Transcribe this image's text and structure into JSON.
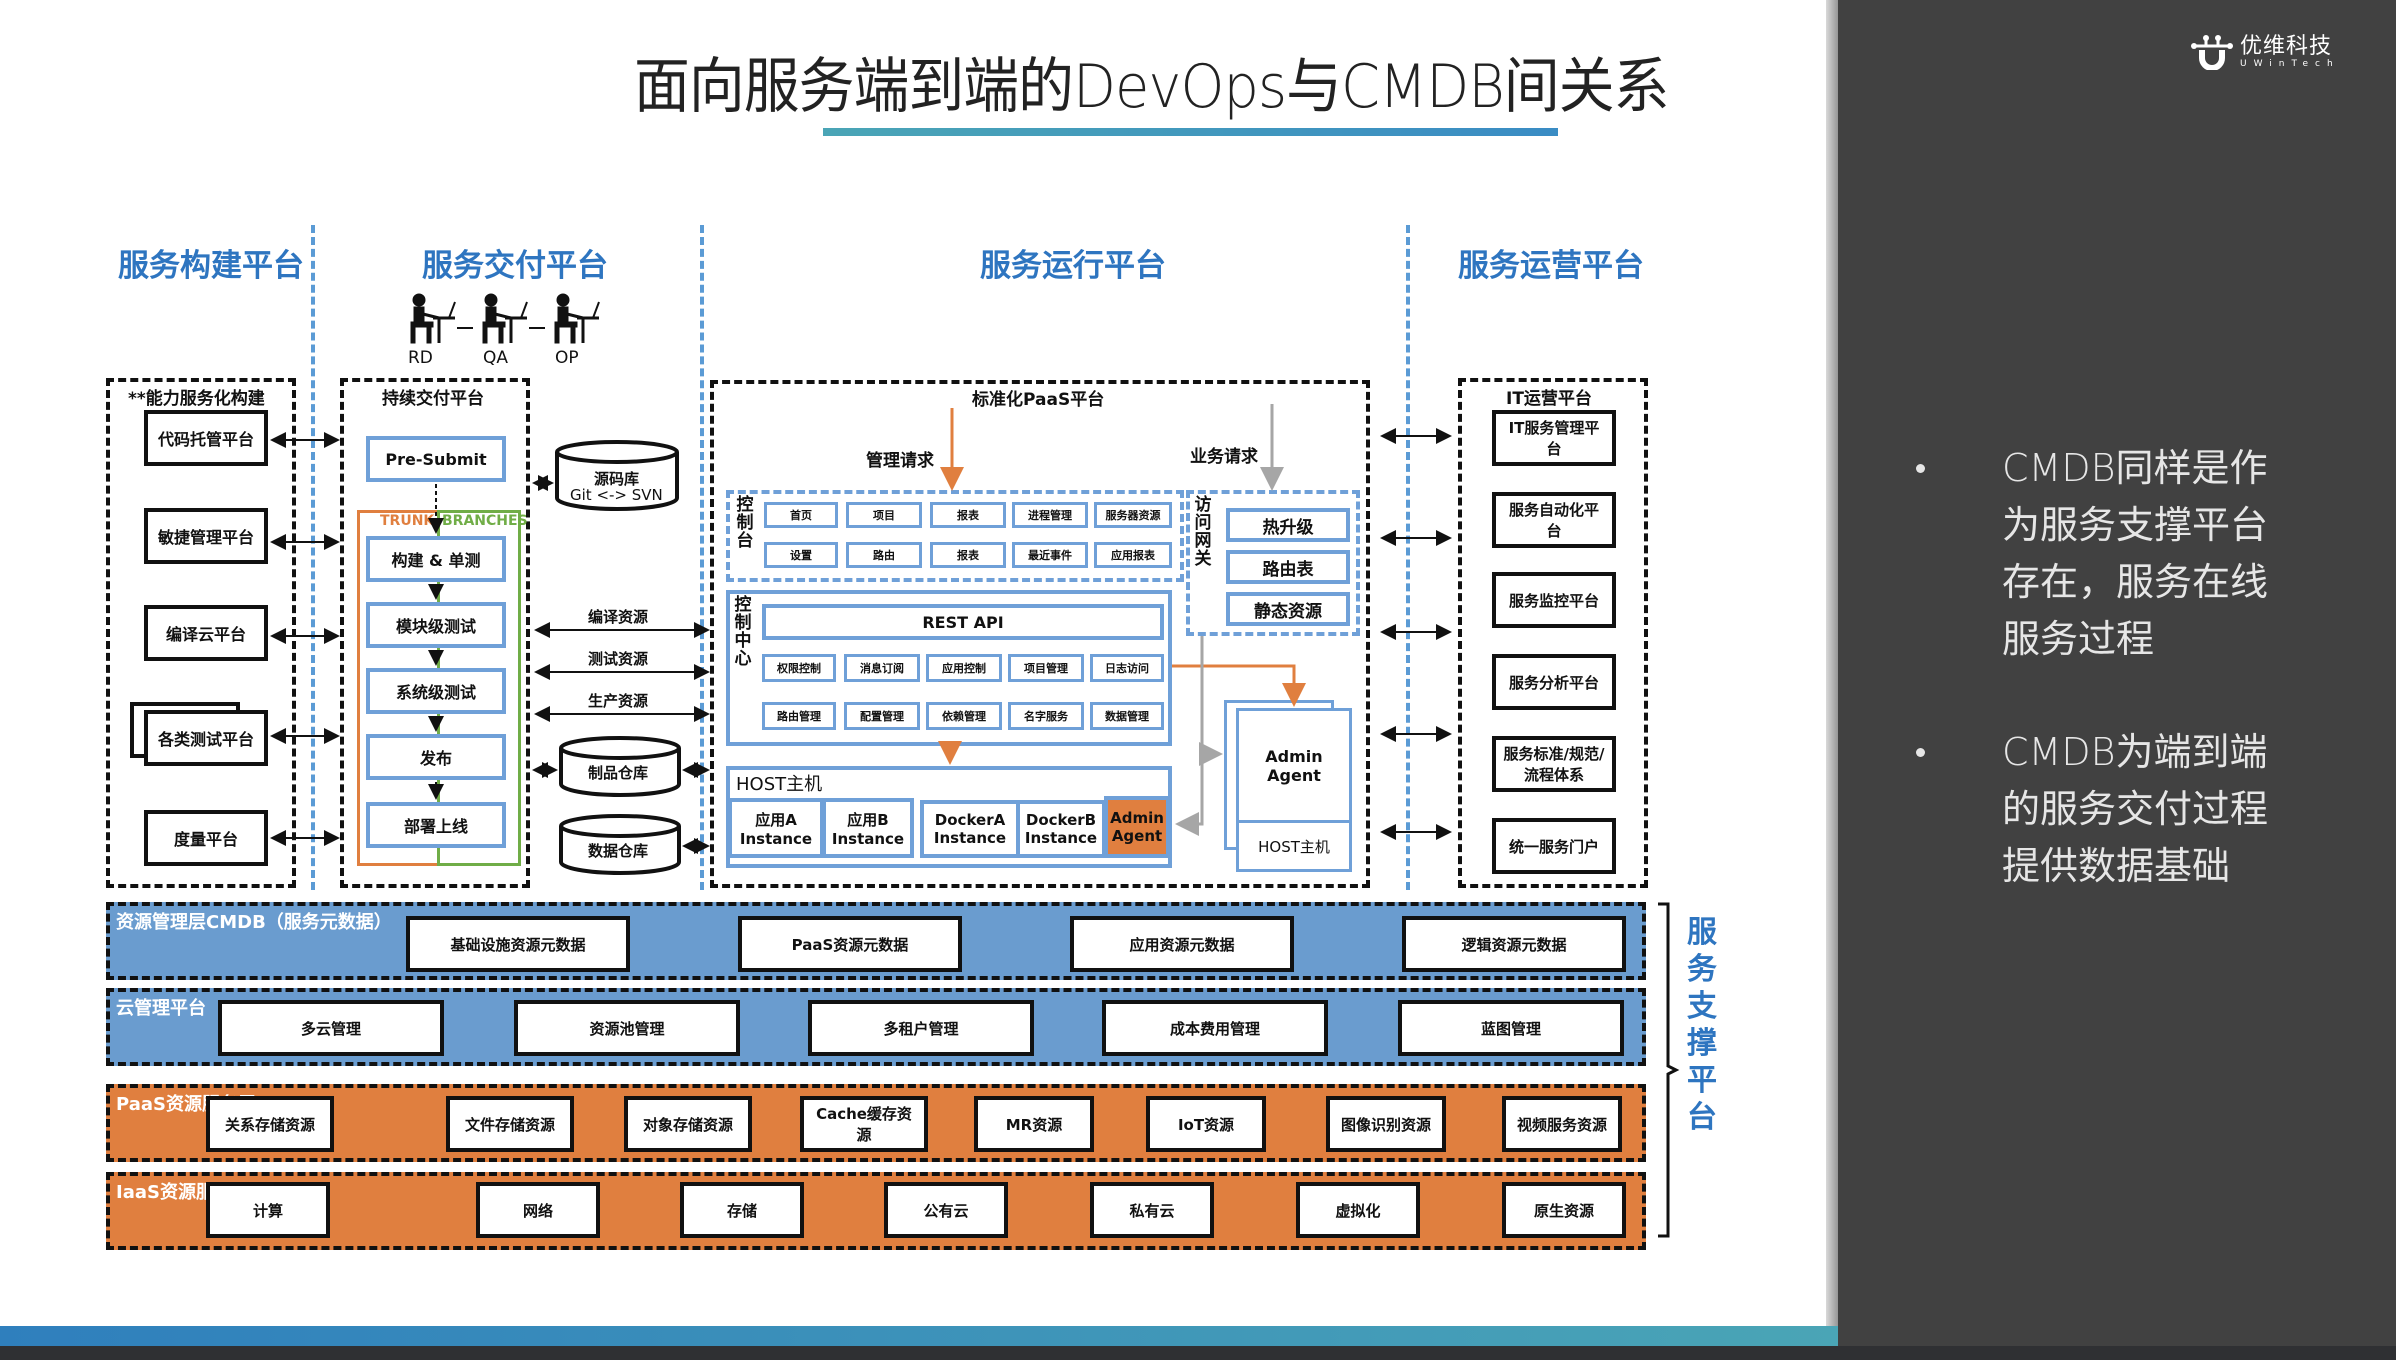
{
  "slide": {
    "title": "面向服务端到端的DevOps与CMDB间关系"
  },
  "logo": {
    "name_cn": "优维科技",
    "name_en": "UWinTech"
  },
  "columns": {
    "build": "服务构建平台",
    "delivery": "服务交付平台",
    "runtime": "服务运行平台",
    "operations": "服务运营平台"
  },
  "roles": [
    "RD",
    "QA",
    "OP"
  ],
  "build_platform": {
    "title": "**能力服务化构建",
    "items": [
      "代码托管平台",
      "敏捷管理平台",
      "编译云平台",
      "各类测试平台",
      "度量平台"
    ]
  },
  "delivery_platform": {
    "title": "持续交付平台",
    "presubmit": "Pre-Submit",
    "trunk": "TRUNK",
    "branches": "BRANCHES",
    "stages": [
      "构建 & 单测",
      "模块级测试",
      "系统级测试",
      "发布",
      "部署上线"
    ]
  },
  "repos": {
    "source": {
      "title": "源码库",
      "subtitle": "Git <-> SVN"
    },
    "artifact": "制品仓库",
    "data": "数据仓库"
  },
  "resource_links": [
    "编译资源",
    "测试资源",
    "生产资源"
  ],
  "paas_platform": {
    "title": "标准化PaaS平台",
    "mgmt_request": "管理请求",
    "biz_request": "业务请求",
    "console": {
      "label": "控制台",
      "row1": [
        "首页",
        "项目",
        "报表",
        "进程管理",
        "服务器资源"
      ],
      "row2": [
        "设置",
        "路由",
        "报表",
        "最近事件",
        "应用报表"
      ]
    },
    "gateway": {
      "label": "访问网关",
      "items": [
        "热升级",
        "路由表",
        "静态资源"
      ]
    },
    "control_center": {
      "label": "控制中心",
      "rest_api": "REST API",
      "row1": [
        "权限控制",
        "消息订阅",
        "应用控制",
        "项目管理",
        "日志访问"
      ],
      "row2": [
        "路由管理",
        "配置管理",
        "依赖管理",
        "名字服务",
        "数据管理"
      ]
    },
    "host": {
      "title": "HOST主机",
      "instances": [
        "应用A Instance",
        "应用B Instance",
        "DockerA Instance",
        "DockerB Instance"
      ],
      "agent": "Admin Agent"
    },
    "remote_host": {
      "agent": "Admin Agent",
      "host": "HOST主机"
    }
  },
  "it_ops": {
    "title": "IT运营平台",
    "items": [
      "IT服务管理平台",
      "服务自动化平台",
      "服务监控平台",
      "服务分析平台",
      "服务标准/规范/流程体系",
      "统一服务门户"
    ]
  },
  "layers": [
    {
      "title": "资源管理层CMDB（服务元数据）",
      "color": "#6a9ccf",
      "items": [
        "基础设施资源元数据",
        "PaaS资源元数据",
        "应用资源元数据",
        "逻辑资源元数据"
      ]
    },
    {
      "title": "云管理平台",
      "color": "#6a9ccf",
      "items": [
        "多云管理",
        "资源池管理",
        "多租户管理",
        "成本费用管理",
        "蓝图管理"
      ]
    },
    {
      "title": "PaaS资源服务层",
      "color": "#e07f3f",
      "items": [
        "关系存储资源",
        "文件存储资源",
        "对象存储资源",
        "Cache缓存资源",
        "MR资源",
        "IoT资源",
        "图像识别资源",
        "视频服务资源"
      ]
    },
    {
      "title": "IaaS资源服务层",
      "color": "#e07f3f",
      "items": [
        "计算",
        "网络",
        "存储",
        "公有云",
        "私有云",
        "虚拟化",
        "原生资源"
      ]
    }
  ],
  "support_platform_label": "服务支撑平台",
  "bullets": [
    "CMDB同样是作为服务支撑平台存在，服务在线服务过程",
    "CMDB为端到端的服务交付过程提供数据基础"
  ],
  "colors": {
    "heading_blue": "#2e75c0",
    "box_blue": "#6fa0d8",
    "layer_blue": "#6a9ccf",
    "layer_orange": "#e07f3f",
    "trunk_orange": "#e07f3f",
    "branches_green": "#70ad47",
    "sidebar_dark": "#414141"
  }
}
